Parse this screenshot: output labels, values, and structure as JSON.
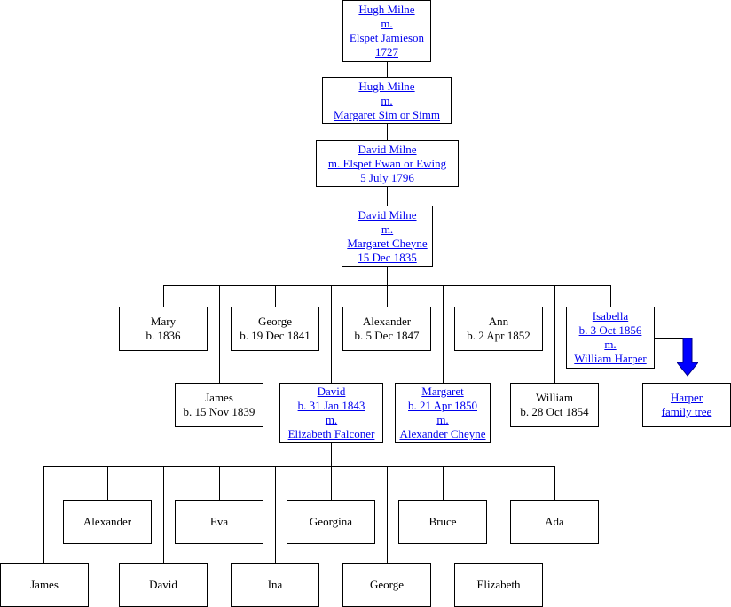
{
  "ancestors": [
    {
      "lines": [
        "Hugh Milne",
        "m.",
        "Elspet Jamieson",
        "1727"
      ]
    },
    {
      "lines": [
        "Hugh Milne",
        "m.",
        "Margaret Sim or Simm"
      ]
    },
    {
      "lines": [
        "David Milne",
        "m. Elspet Ewan or Ewing",
        "5 July 1796"
      ]
    },
    {
      "lines": [
        "David Milne",
        "m.",
        "Margaret Cheyne",
        "15 Dec 1835"
      ]
    }
  ],
  "children": {
    "mary": {
      "lines": [
        "Mary",
        "b. 1836"
      ]
    },
    "james": {
      "lines": [
        "James",
        "b. 15 Nov 1839"
      ]
    },
    "george": {
      "lines": [
        "George",
        "b. 19 Dec 1841"
      ]
    },
    "david": {
      "lines": [
        "David",
        "b. 31 Jan 1843",
        "m.",
        "Elizabeth Falconer"
      ]
    },
    "alexander": {
      "lines": [
        "Alexander",
        "b. 5 Dec 1847"
      ]
    },
    "margaret": {
      "lines": [
        "Margaret",
        "b. 21 Apr 1850",
        "m.",
        "Alexander Cheyne"
      ]
    },
    "ann": {
      "lines": [
        "Ann",
        "b. 2 Apr 1852"
      ]
    },
    "william": {
      "lines": [
        "William",
        "b. 28 Oct 1854"
      ]
    },
    "isabella": {
      "lines": [
        "Isabella",
        "b. 3 Oct 1856",
        "m.",
        "William Harper"
      ]
    }
  },
  "harper_link": {
    "lines": [
      "Harper",
      "family tree"
    ]
  },
  "grandchildren": {
    "james": "James",
    "alexander": "Alexander",
    "david": "David",
    "eva": "Eva",
    "ina": "Ina",
    "georgina": "Georgina",
    "george": "George",
    "bruce": "Bruce",
    "elizabeth": "Elizabeth",
    "ada": "Ada"
  },
  "colors": {
    "link": "#0000ee",
    "arrow": "#0000ff",
    "line": "#000000"
  }
}
